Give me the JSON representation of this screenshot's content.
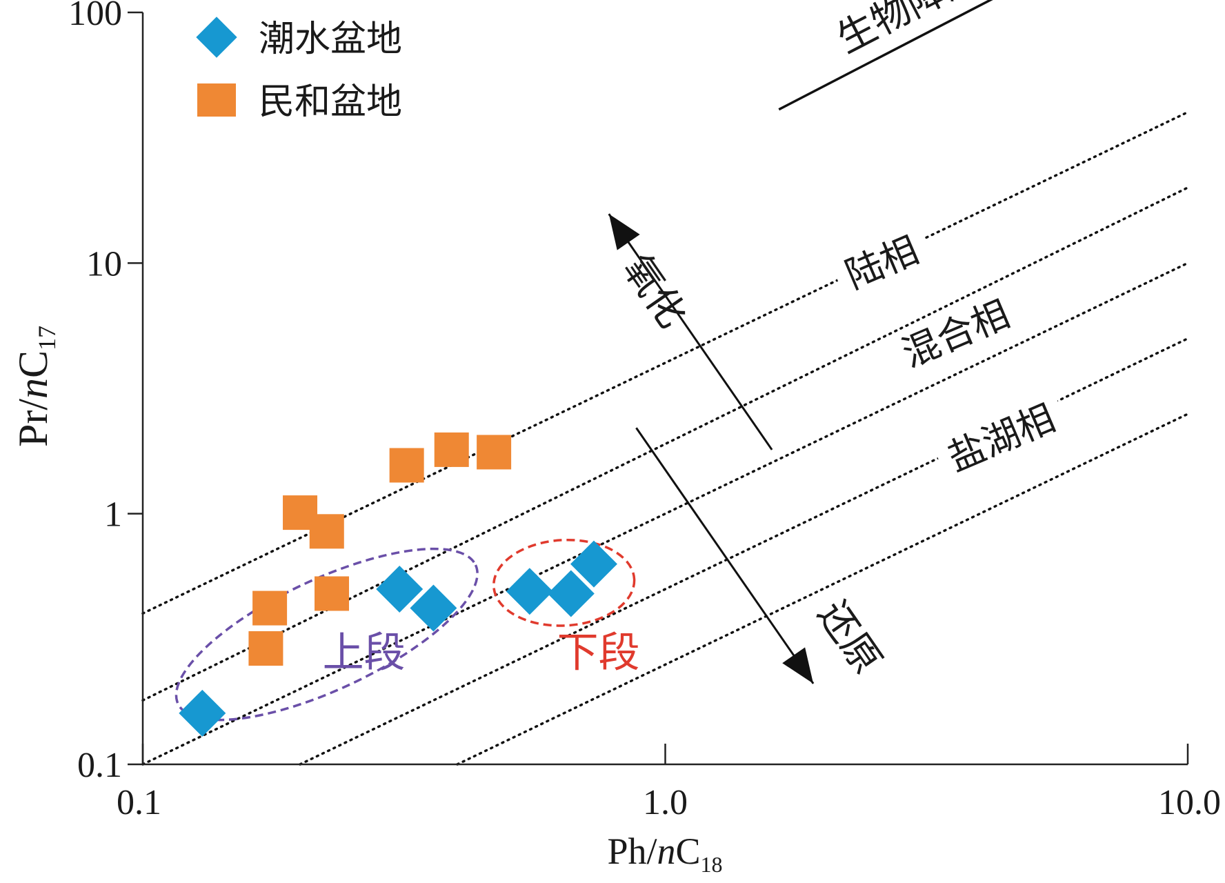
{
  "chart_data": {
    "type": "scatter",
    "x_scale": "log",
    "y_scale": "log",
    "xlim": [
      0.1,
      10
    ],
    "ylim": [
      0.1,
      100
    ],
    "x_ticks": [
      {
        "value": 0.1,
        "label": "0.1"
      },
      {
        "value": 1,
        "label": "1.0"
      },
      {
        "value": 10,
        "label": "10.0"
      }
    ],
    "y_ticks": [
      {
        "value": 0.1,
        "label": "0.1"
      },
      {
        "value": 1,
        "label": "1"
      },
      {
        "value": 10,
        "label": "10"
      },
      {
        "value": 100,
        "label": "100"
      }
    ],
    "xlabel": {
      "main": "Ph/",
      "italic": "n",
      "tail": "C",
      "sub": "18"
    },
    "ylabel": {
      "main": "Pr/",
      "italic": "n",
      "tail": "C",
      "sub": "17"
    },
    "legend_position": "top-left",
    "grid": false,
    "series": [
      {
        "name": "潮水盆地",
        "marker": "diamond",
        "color": "#1798d1",
        "points": [
          {
            "x": 0.13,
            "y": 0.16
          },
          {
            "x": 0.31,
            "y": 0.5
          },
          {
            "x": 0.36,
            "y": 0.42
          },
          {
            "x": 0.55,
            "y": 0.49
          },
          {
            "x": 0.66,
            "y": 0.48
          },
          {
            "x": 0.73,
            "y": 0.63
          }
        ]
      },
      {
        "name": "民和盆地",
        "marker": "square",
        "color": "#ef8834",
        "points": [
          {
            "x": 0.2,
            "y": 1.01
          },
          {
            "x": 0.225,
            "y": 0.85
          },
          {
            "x": 0.23,
            "y": 0.48
          },
          {
            "x": 0.175,
            "y": 0.42
          },
          {
            "x": 0.172,
            "y": 0.29
          },
          {
            "x": 0.32,
            "y": 1.56
          },
          {
            "x": 0.39,
            "y": 1.8
          },
          {
            "x": 0.47,
            "y": 1.76
          }
        ]
      }
    ],
    "reference_lines": [
      {
        "style": "dotted",
        "color": "#111111",
        "from": {
          "x": 0.1,
          "y": 0.4
        },
        "to": {
          "x": 10,
          "y": 40
        }
      },
      {
        "style": "dotted",
        "color": "#111111",
        "from": {
          "x": 0.1,
          "y": 0.18
        },
        "to": {
          "x": 10,
          "y": 20
        }
      },
      {
        "style": "dotted",
        "color": "#111111",
        "from": {
          "x": 0.1,
          "y": 0.1
        },
        "to": {
          "x": 10,
          "y": 10
        }
      },
      {
        "style": "dotted",
        "color": "#111111",
        "from": {
          "x": 0.2,
          "y": 0.1
        },
        "to": {
          "x": 10,
          "y": 5
        }
      },
      {
        "style": "dotted",
        "color": "#111111",
        "from": {
          "x": 0.4,
          "y": 0.1
        },
        "to": {
          "x": 10,
          "y": 2.5
        }
      }
    ],
    "zone_labels": [
      {
        "text": "陆相",
        "x": 2.6,
        "y": 10
      },
      {
        "text": "混合相",
        "x": 3.6,
        "y": 5.2
      },
      {
        "text": "盐湖相",
        "x": 4.4,
        "y": 2.0
      }
    ],
    "arrows": [
      {
        "text": "生物降解",
        "from": {
          "x": 1.65,
          "y": 41
        },
        "to": {
          "x": 7.5,
          "y": 210
        },
        "label_at": {
          "x": 3.0,
          "y": 95
        }
      },
      {
        "text": "氧化",
        "from": {
          "x": 1.6,
          "y": 1.8
        },
        "to": {
          "x": 0.78,
          "y": 15.7
        },
        "label_at": {
          "x": 0.91,
          "y": 7.2
        }
      },
      {
        "text": "还原",
        "from": {
          "x": 0.88,
          "y": 2.2
        },
        "to": {
          "x": 1.92,
          "y": 0.21
        },
        "label_at": {
          "x": 2.15,
          "y": 0.3
        }
      }
    ],
    "group_annotations": [
      {
        "text": "上段",
        "color": "#6a4fa8",
        "center": {
          "x": 0.225,
          "y": 0.33
        },
        "label_at": {
          "x": 0.265,
          "y": 0.245
        }
      },
      {
        "text": "下段",
        "color": "#e03a2d",
        "center": {
          "x": 0.64,
          "y": 0.53
        },
        "label_at": {
          "x": 0.745,
          "y": 0.245
        }
      }
    ]
  }
}
